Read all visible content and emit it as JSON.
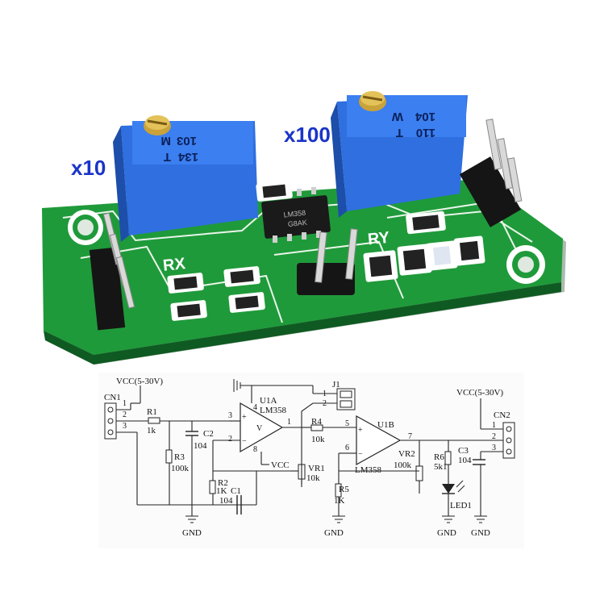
{
  "board": {
    "gain_x10_label": "x10",
    "gain_x100_label": "x100",
    "silk_rx": "RX",
    "silk_ry": "RY",
    "pot_left": {
      "line1": "103",
      "line2": "M",
      "line3": "134",
      "line4": "T"
    },
    "pot_right": {
      "line1": "104",
      "line2": "W",
      "line3": "110",
      "line4": "T"
    },
    "ic_marking": {
      "line1": "LM358",
      "line2": "G8AK"
    },
    "accent_blue_text": "#1a34c8",
    "pcb_color": "#1f9a3a",
    "pot_color": "#2f6fe0"
  },
  "schematic": {
    "vcc_in": "VCC(5-30V)",
    "vcc_out": "VCC(5-30V)",
    "cn1": "CN1",
    "cn2": "CN2",
    "j1": "J1",
    "u1a": {
      "name": "U1A",
      "part": "LM358"
    },
    "u1b": {
      "name": "U1B",
      "part": "LM358"
    },
    "r1": {
      "name": "R1",
      "value": "1k"
    },
    "r2": {
      "name": "R2",
      "value": "1K"
    },
    "r3": {
      "name": "R3",
      "value": "100k"
    },
    "r4": {
      "name": "R4",
      "value": "10k"
    },
    "r5": {
      "name": "R5",
      "value": "1K"
    },
    "r6": {
      "name": "R6",
      "value": "5k1"
    },
    "c1": {
      "name": "C1",
      "value": "104"
    },
    "c2": {
      "name": "C2",
      "value": "104"
    },
    "c3": {
      "name": "C3",
      "value": "104"
    },
    "vr1": {
      "name": "VR1",
      "value": "10k"
    },
    "vr2": {
      "name": "VR2",
      "value": "100k"
    },
    "led": "LED1",
    "vcc_pin": "VCC",
    "gnd": "GND",
    "pins": {
      "p1": "1",
      "p2": "2",
      "p3": "3",
      "p4": "4",
      "p5": "5",
      "p6": "6",
      "p7": "7",
      "p8": "8",
      "plus": "+",
      "minus": "−",
      "v": "V"
    }
  }
}
